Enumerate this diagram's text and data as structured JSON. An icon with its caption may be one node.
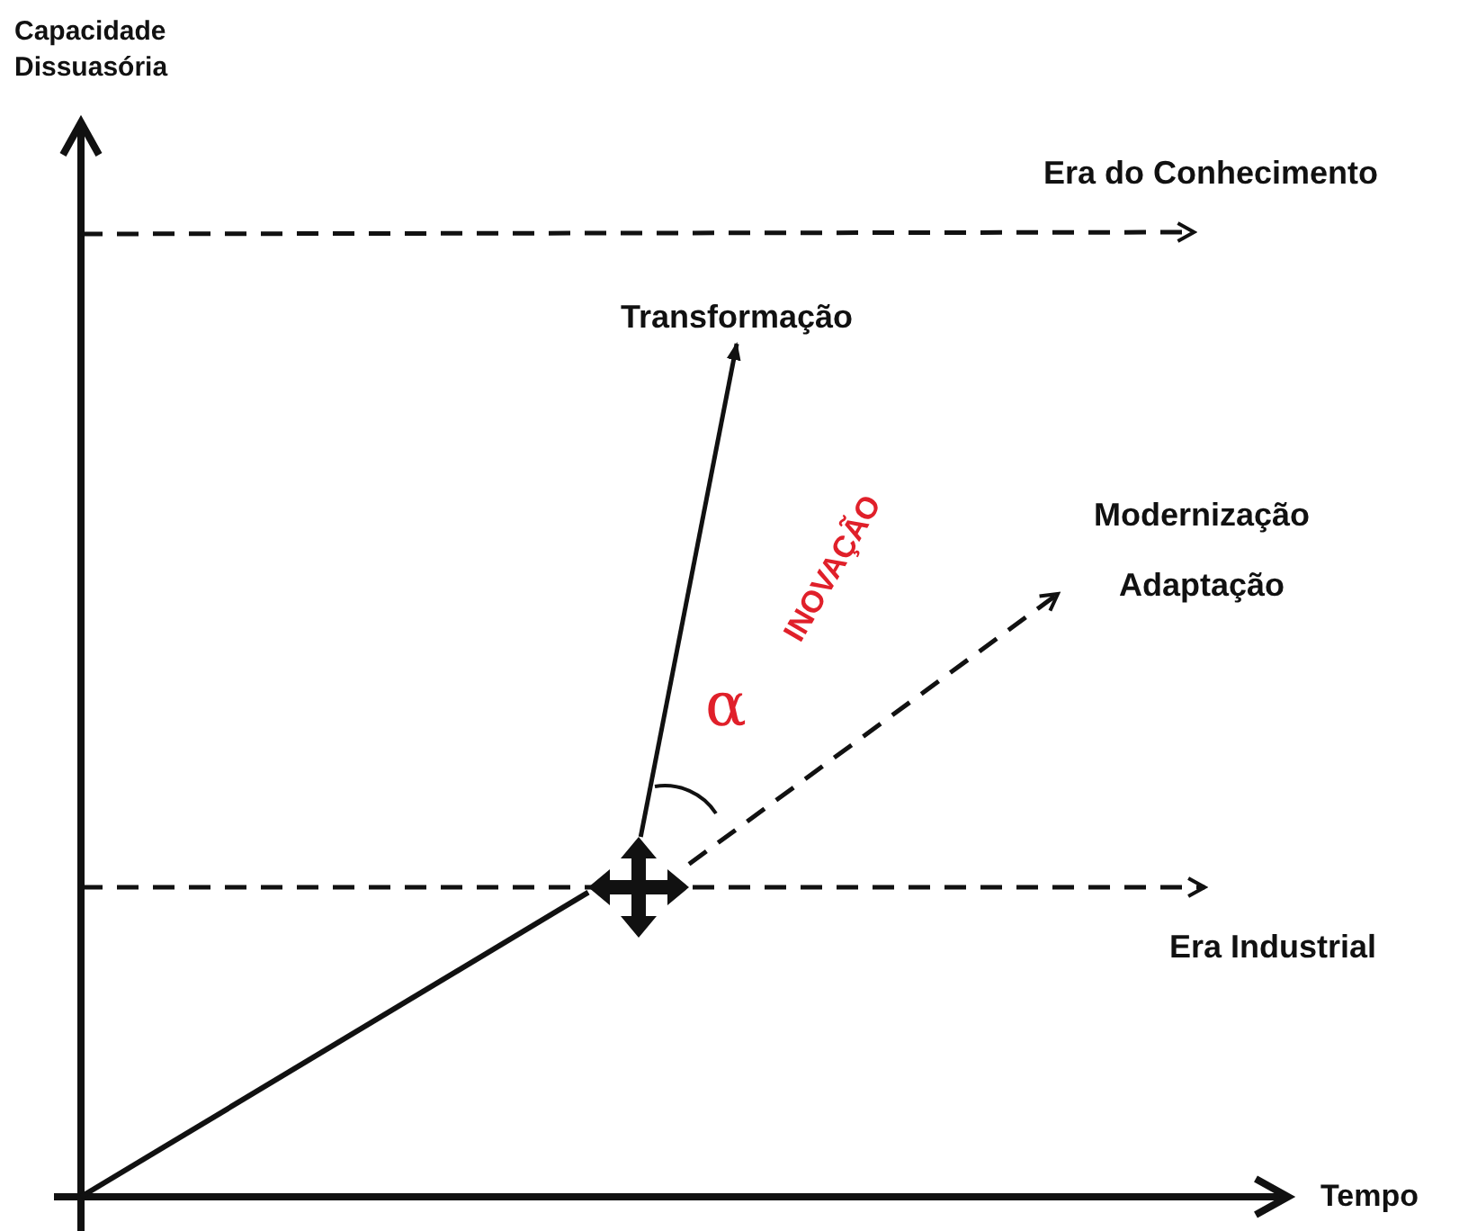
{
  "diagram": {
    "nodes": [
      {
        "text": [
          "Transformação"
        ]
      },
      {
        "text": [
          "Modernização",
          "Adaptação"
        ]
      },
      {
        "text": [
          "Era do Conhecimento"
        ]
      },
      {
        "text": [
          "Era Industrial"
        ]
      },
      {
        "text": [],
        "shape": "cross"
      }
    ],
    "edges": [
      {
        "from": null,
        "to": 4,
        "arrow": "none"
      },
      {
        "from": 4,
        "to": 0,
        "arrow": "to"
      },
      {
        "from": 4,
        "to": 1,
        "arrow": "to",
        "style": "dashed"
      },
      {
        "from": null,
        "to": 2,
        "arrow": "to",
        "style": "dashed"
      },
      {
        "from": null,
        "to": 3,
        "arrow": "to",
        "style": "dashed"
      }
    ],
    "labels": [
      "Capacidade Dissuasória",
      "INOVAÇÃO",
      "α",
      "Tempo"
    ]
  }
}
